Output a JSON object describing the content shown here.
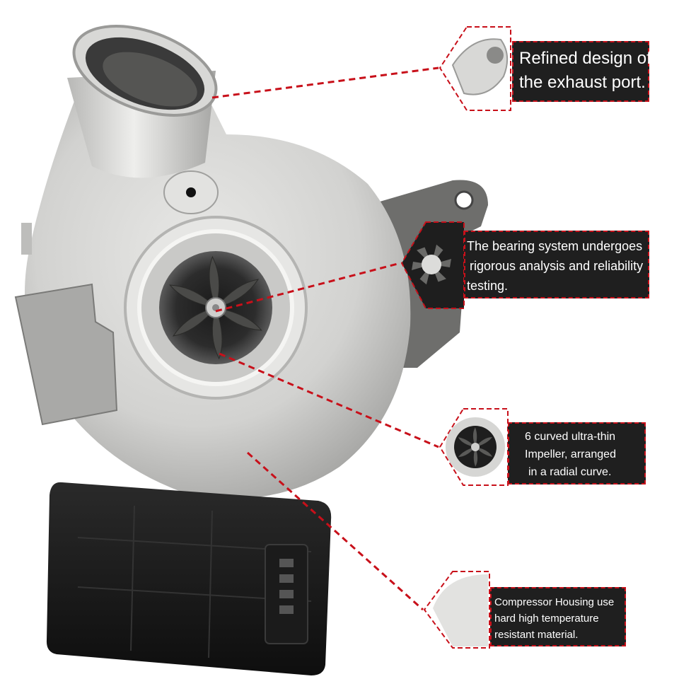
{
  "callouts": [
    {
      "id": "exhaust-port",
      "lines": [
        "Refined design of",
        "the exhaust port."
      ]
    },
    {
      "id": "bearing-system",
      "lines": [
        "The bearing system undergoes",
        "rigorous analysis and reliability",
        "testing."
      ]
    },
    {
      "id": "impeller",
      "lines": [
        "6 curved ultra-thin",
        "Impeller, arranged",
        "in a radial curve."
      ]
    },
    {
      "id": "compressor-housing",
      "lines": [
        "Compressor Housing use",
        "hard high temperature",
        "resistant material."
      ]
    }
  ],
  "colors": {
    "accent": "#c8101a",
    "callout_bg": "#1f1f1f",
    "callout_text": "#ffffff",
    "housing": "#d6d6d4",
    "actuator": "#141414"
  }
}
